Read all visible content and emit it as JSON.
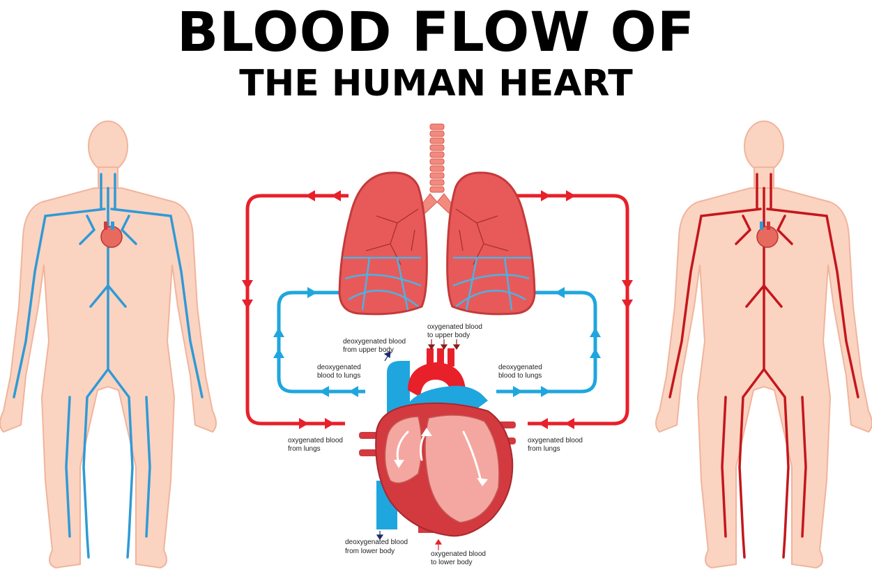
{
  "title": {
    "line1": "BLOOD FLOW OF",
    "line2": "THE HUMAN HEART"
  },
  "labels": {
    "deoxy_upper": [
      "deoxygenated blood",
      "from upper body"
    ],
    "oxy_upper": [
      "oxygenated blood",
      "to upper body"
    ],
    "deoxy_lungs_left": [
      "deoxygenated",
      "blood to lungs"
    ],
    "deoxy_lungs_right": [
      "deoxygenated",
      "blood to lungs"
    ],
    "oxy_lungs_left": [
      "oxygenated blood",
      "from lungs"
    ],
    "oxy_lungs_right": [
      "oxygenated blood",
      "from lungs"
    ],
    "deoxy_lower": [
      "deoxygenated blood",
      "from lower body"
    ],
    "oxy_lower": [
      "oxygenated blood",
      "to lower body"
    ]
  },
  "colors": {
    "oxygenated": "#e8202a",
    "deoxygenated": "#1fa6de",
    "vein_blue": "#2f9ad6",
    "artery_red": "#c4161c",
    "skin": "#fbd3c1",
    "skin_outline": "#f0b49c",
    "heart_red": "#d23a3f",
    "heart_inner": "#f4a7a0"
  }
}
